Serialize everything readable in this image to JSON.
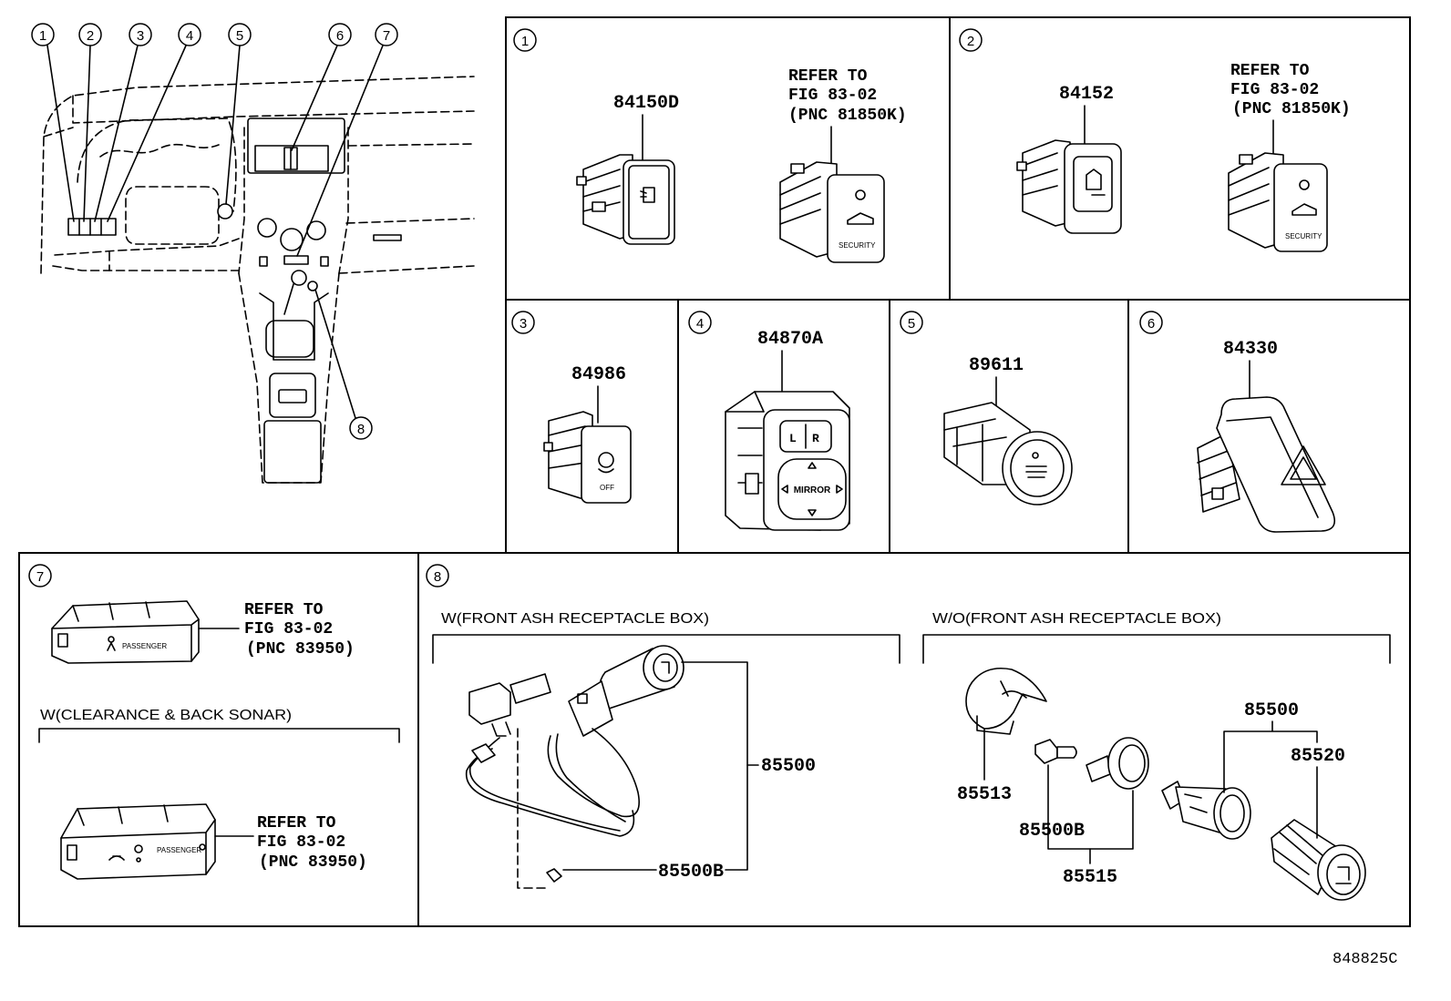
{
  "overview": {
    "callouts": {
      "c1": "1",
      "c2": "2",
      "c3": "3",
      "c4": "4",
      "c5": "5",
      "c6": "6",
      "c7": "7",
      "c8": "8"
    }
  },
  "panel_1": {
    "callout": "1",
    "part": "84150D",
    "refer": {
      "line1": "REFER TO",
      "line2": "FIG 83-02",
      "line3": "(PNC 81850K)"
    },
    "switch_text": "SECURITY"
  },
  "panel_2": {
    "callout": "2",
    "part": "84152",
    "refer": {
      "line1": "REFER TO",
      "line2": "FIG 83-02",
      "line3": "(PNC 81850K)"
    },
    "switch_text": "SECURITY"
  },
  "panel_3": {
    "callout": "3",
    "part": "84986",
    "switch_text": "OFF"
  },
  "panel_4": {
    "callout": "4",
    "part": "84870A",
    "button_left": "L",
    "button_right": "R",
    "knob_text": "MIRROR"
  },
  "panel_5": {
    "callout": "5",
    "part": "89611"
  },
  "panel_6": {
    "callout": "6",
    "part": "84330"
  },
  "panel_7": {
    "callout": "7",
    "refer_top": {
      "line1": "REFER TO",
      "line2": "FIG 83-02",
      "line3": "(PNC 83950)"
    },
    "switch_text_top": "PASSENGER",
    "variant_label": "W(CLEARANCE & BACK SONAR)",
    "refer_bottom": {
      "line1": "REFER TO",
      "line2": "FIG 83-02",
      "line3": "(PNC 83950)"
    },
    "switch_text_bottom": "PASSENGER"
  },
  "panel_8": {
    "callout": "8",
    "with_label": "W(FRONT ASH RECEPTACLE BOX)",
    "with_parts": {
      "socket": "85500",
      "bulb": "85500B"
    },
    "without_label": "W/O(FRONT ASH RECEPTACLE BOX)",
    "without_parts": {
      "retainer": "85513",
      "bulb": "85500B",
      "ring": "85515",
      "socket": "85500",
      "plug": "85520"
    }
  },
  "figure_id": "848825C"
}
